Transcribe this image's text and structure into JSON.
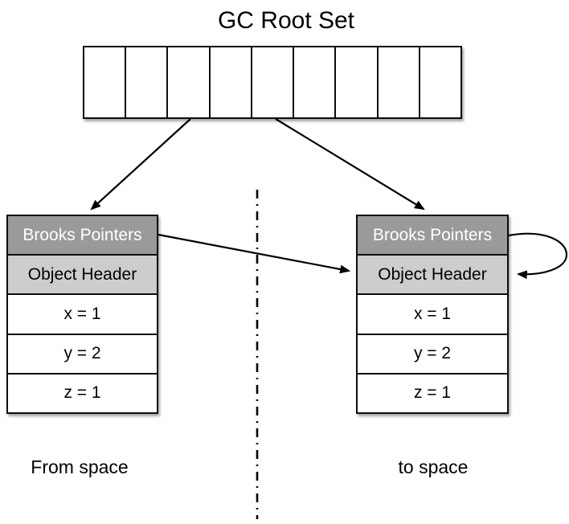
{
  "title": "GC Root Set",
  "root_set": {
    "cell_count": 9,
    "description": "array of empty root slots"
  },
  "objects": [
    {
      "id": "from-space-object",
      "header_rows": [
        "Brooks Pointers",
        "Object Header"
      ],
      "fields": [
        "x = 1",
        "y = 2",
        "z = 1"
      ]
    },
    {
      "id": "to-space-object",
      "header_rows": [
        "Brooks Pointers",
        "Object Header"
      ],
      "fields": [
        "x = 1",
        "y = 2",
        "z = 1"
      ]
    }
  ],
  "labels": {
    "from_space": "From space",
    "to_space": "to space"
  },
  "edges": [
    {
      "name": "root-to-from-object",
      "from": "gc-root-set",
      "to": "from-space-object"
    },
    {
      "name": "root-to-to-object",
      "from": "gc-root-set",
      "to": "to-space-object"
    },
    {
      "name": "forwarding-pointer",
      "from": "from-space-object.brooks-pointers",
      "to": "to-space-object.object-header"
    },
    {
      "name": "self-forwarding-pointer",
      "from": "to-space-object.brooks-pointers",
      "to": "to-space-object.object-header"
    }
  ],
  "colors": {
    "header_dark": "#9a9a9a",
    "header_light": "#cdcdcd",
    "line": "#000000",
    "background": "#ffffff"
  }
}
